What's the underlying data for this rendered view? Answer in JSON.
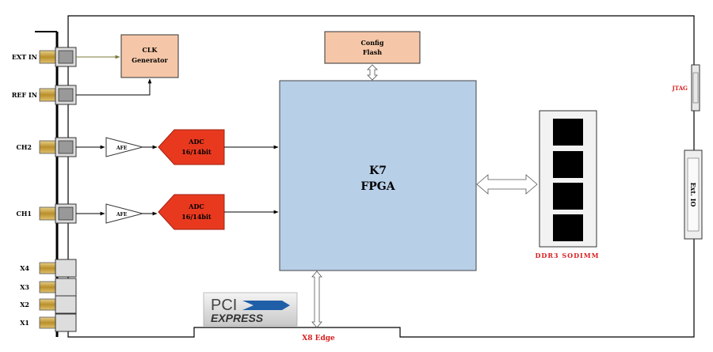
{
  "connectors": {
    "ext_in": "EXT IN",
    "ref_in": "REF IN",
    "ch2": "CH2",
    "ch1": "CH1",
    "x4": "X4",
    "x3": "X3",
    "x2": "X2",
    "x1": "X1"
  },
  "blocks": {
    "clk_line1": "CLK",
    "clk_line2": "Generator",
    "config_line1": "Config",
    "config_line2": "Flash",
    "fpga_line1": "K7",
    "fpga_line2": "FPGA",
    "afe_top": "AFE",
    "afe_bottom": "AFE",
    "adc_top_line1": "ADC",
    "adc_top_line2": "16/14bit",
    "adc_bottom_line1": "ADC",
    "adc_bottom_line2": "16/14bit",
    "ddr3": "DDR3 SODIMM",
    "jtag": "JTAG",
    "ext_io": "Ext. IO",
    "x8_edge": "X8 Edge"
  },
  "logo": {
    "pci": "PCI",
    "express": "EXPRESS"
  },
  "colors": {
    "clk_fill": "#f5c7a8",
    "fpga_fill": "#b8cfe8",
    "adc_fill": "#e8391f",
    "label_red": "#d81e1e",
    "connector_gold": "#c9a23a"
  }
}
